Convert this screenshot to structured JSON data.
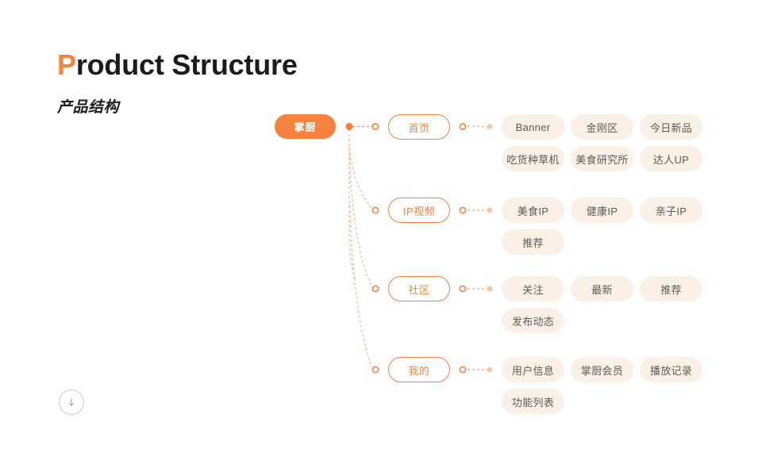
{
  "header": {
    "title_accent": "P",
    "title_rest": "roduct Structure",
    "subtitle": "产品结构"
  },
  "colors": {
    "accent": "#F5823F",
    "leaf_bg": "#FAF0E5",
    "leaf_text": "#5a5a5a",
    "title_text": "#1b1b1b"
  },
  "diagram": {
    "root": {
      "label": "掌厨"
    },
    "branches": [
      {
        "label": "首页",
        "leaves": [
          "Banner",
          "金刚区",
          "今日新品",
          "吃货种草机",
          "美食研究所",
          "达人UP"
        ]
      },
      {
        "label": "IP视频",
        "leaves": [
          "美食IP",
          "健康IP",
          "亲子IP",
          "推荐"
        ]
      },
      {
        "label": "社区",
        "leaves": [
          "关注",
          "最新",
          "推荐",
          "发布动态"
        ]
      },
      {
        "label": "我的",
        "leaves": [
          "用户信息",
          "掌厨会员",
          "播放记录",
          "功能列表"
        ]
      }
    ]
  },
  "footer": {
    "scroll_down_icon": "arrow-down-icon"
  }
}
